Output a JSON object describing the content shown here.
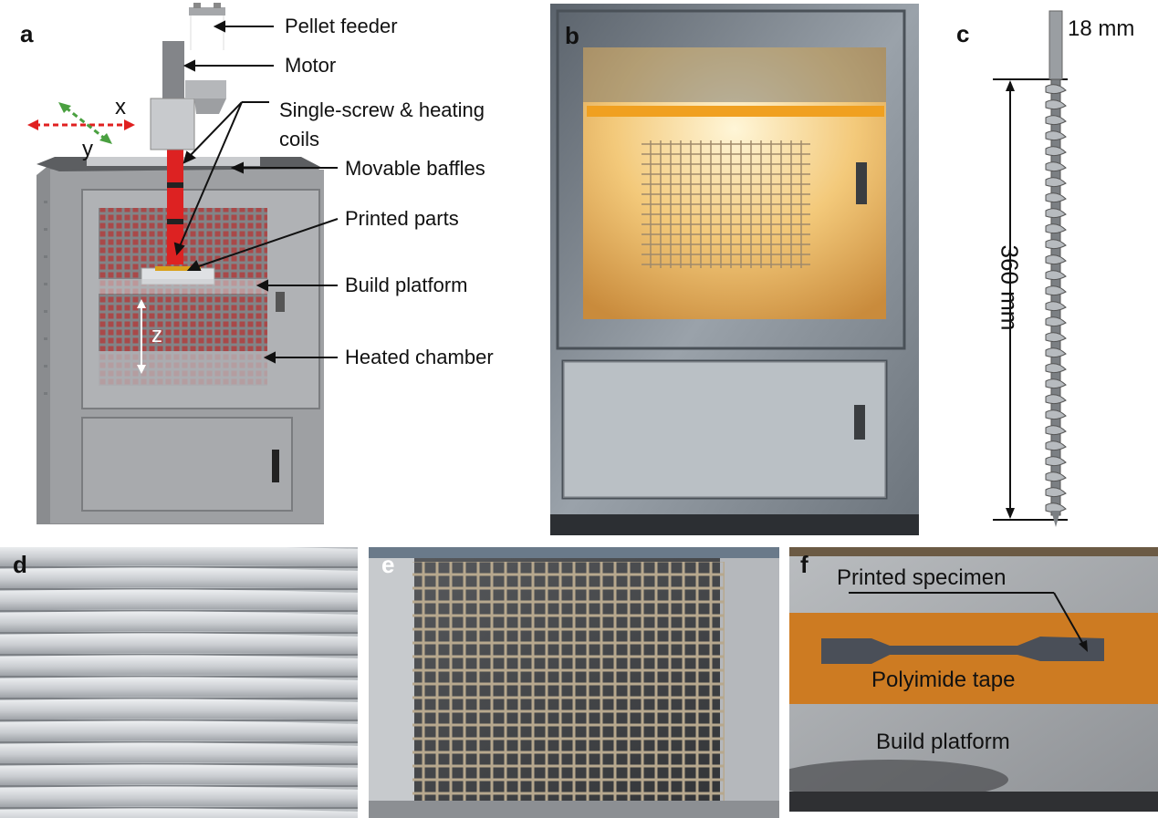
{
  "panels": {
    "a": {
      "label": "a",
      "callouts": {
        "pellet_feeder": "Pellet feeder",
        "motor": "Motor",
        "screw_line1": "Single-screw & heating",
        "screw_line2": "coils",
        "baffles": "Movable baffles",
        "parts": "Printed parts",
        "platform": "Build platform",
        "chamber": "Heated chamber"
      },
      "axes": {
        "x": "x",
        "y": "y",
        "z": "z"
      }
    },
    "b": {
      "label": "b"
    },
    "c": {
      "label": "c",
      "diameter": "18 mm",
      "length": "360 mm"
    },
    "d": {
      "label": "d"
    },
    "e": {
      "label": "e"
    },
    "f": {
      "label": "f",
      "specimen": "Printed specimen",
      "tape": "Polyimide tape",
      "platform": "Build platform"
    }
  },
  "colors": {
    "x_axis_arrow": "#e02020",
    "y_axis_arrow": "#4aa040",
    "chamber_glow": "#f3b040",
    "tape": "#c97010"
  }
}
